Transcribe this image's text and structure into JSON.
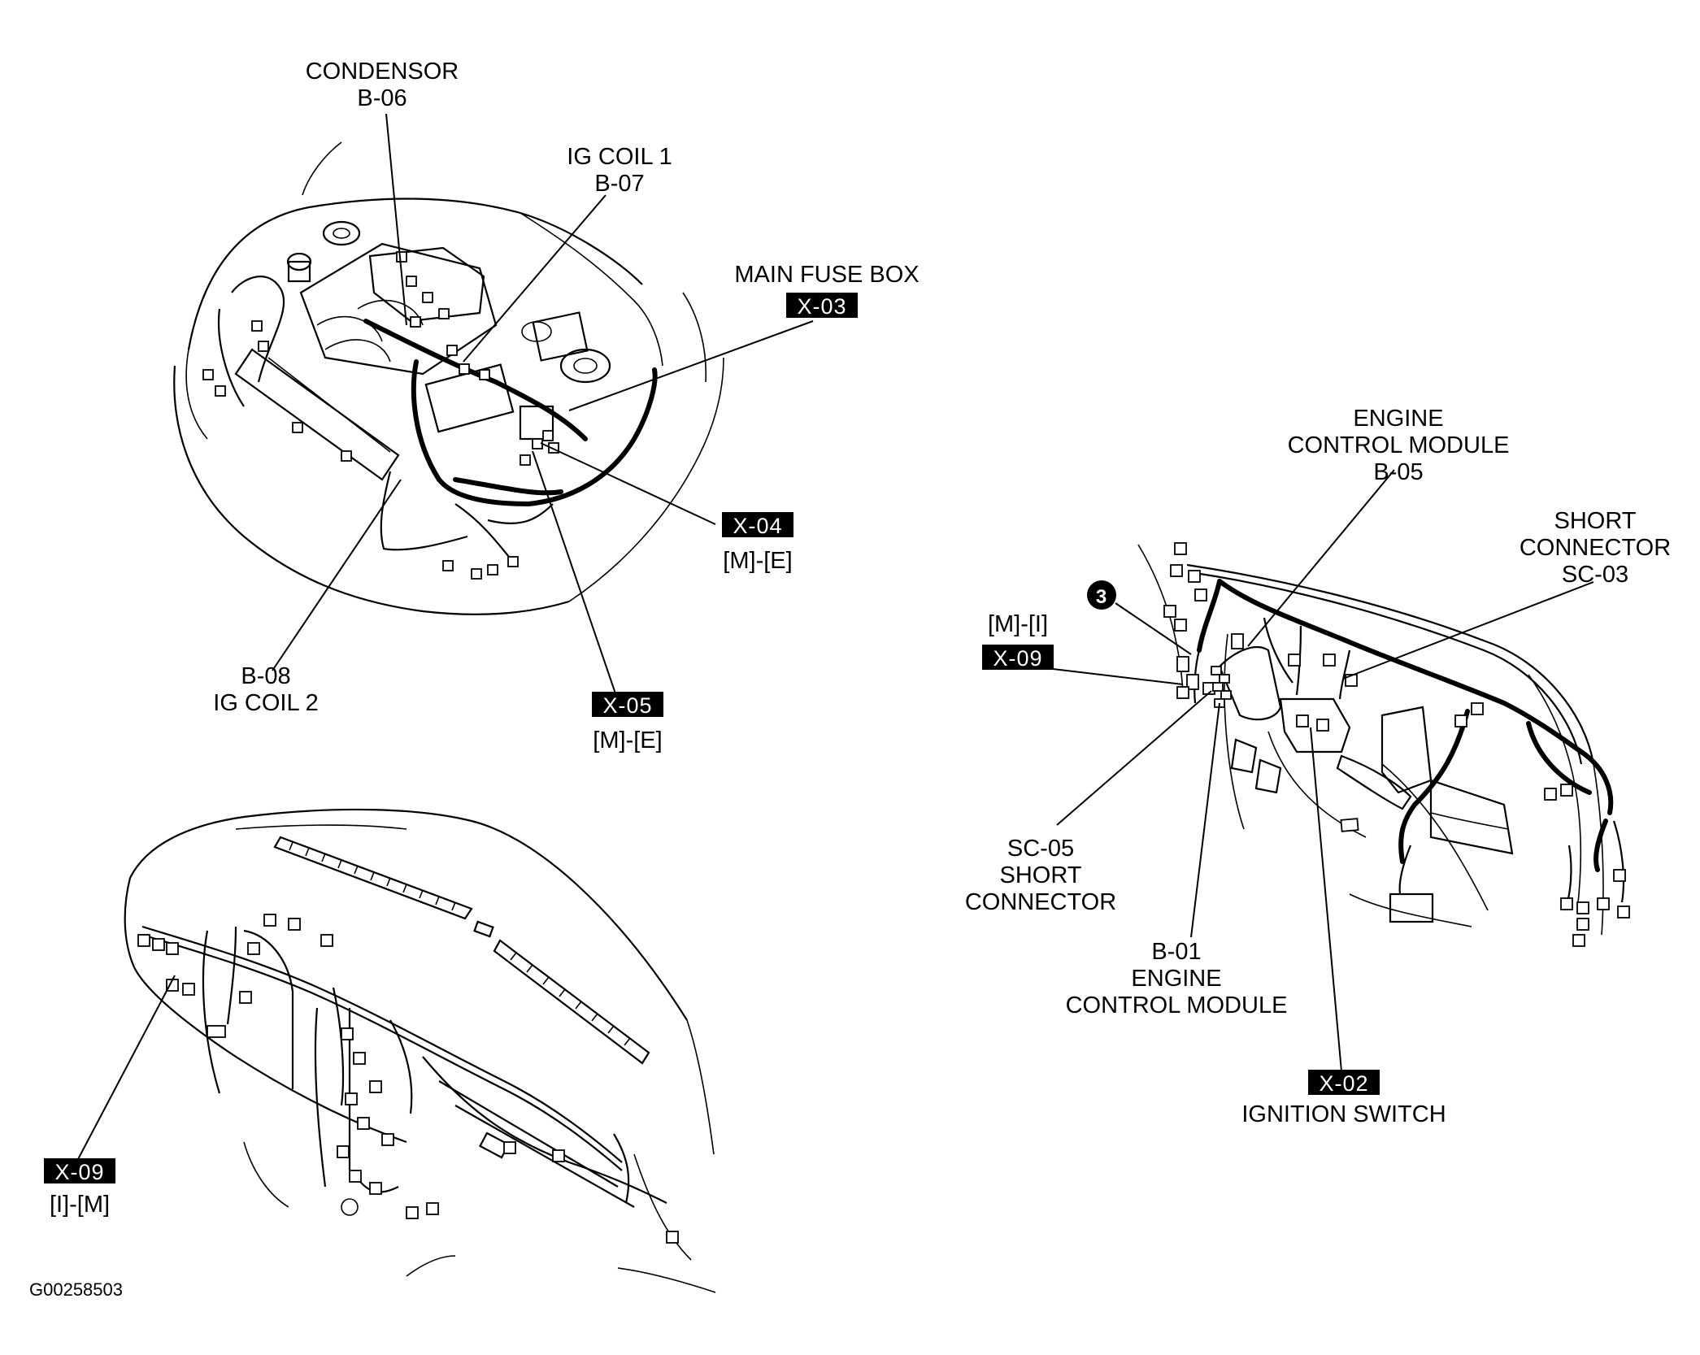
{
  "labels": {
    "condensor_name": "CONDENSOR",
    "condensor_code": "B-06",
    "ig_coil1_name": "IG COIL 1",
    "ig_coil1_code": "B-07",
    "main_fuse_box_name": "MAIN FUSE BOX",
    "main_fuse_box_code": "X-03",
    "x04_code": "X-04",
    "x04_sub": "[M]-[E]",
    "x05_code": "X-05",
    "x05_sub": "[M]-[E]",
    "ig_coil2_code": "B-08",
    "ig_coil2_name": "IG COIL 2",
    "ecm_top_line1": "ENGINE",
    "ecm_top_line2": "CONTROL MODULE",
    "ecm_top_code": "B-05",
    "sc03_line1": "SHORT",
    "sc03_line2": "CONNECTOR",
    "sc03_code": "SC-03",
    "ground_number": "3",
    "x09_right_sub": "[M]-[I]",
    "x09_right_code": "X-09",
    "sc05_code": "SC-05",
    "sc05_line1": "SHORT",
    "sc05_line2": "CONNECTOR",
    "ecm_bottom_code": "B-01",
    "ecm_bottom_line1": "ENGINE",
    "ecm_bottom_line2": "CONTROL MODULE",
    "x02_code": "X-02",
    "x02_name": "IGNITION SWITCH",
    "x09_left_code": "X-09",
    "x09_left_sub": "[I]-[M]",
    "figure_id": "G00258503"
  },
  "colors": {
    "ink": "#000000",
    "paper": "#ffffff"
  }
}
